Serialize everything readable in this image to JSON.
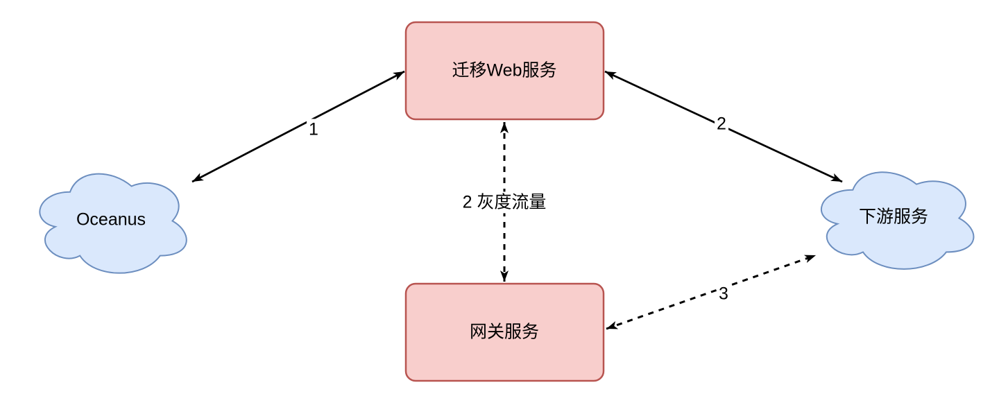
{
  "diagram": {
    "background": "#ffffff",
    "nodes": {
      "oceanus": {
        "label": "Oceanus",
        "shape": "cloud"
      },
      "migration_web_service": {
        "label": "迁移Web服务",
        "shape": "rounded-rect"
      },
      "downstream_service": {
        "label": "下游服务",
        "shape": "cloud"
      },
      "gateway_service": {
        "label": "网关服务",
        "shape": "rounded-rect"
      }
    },
    "edges": [
      {
        "label": "1",
        "from": "oceanus",
        "to": "migration_web_service",
        "style": "solid",
        "direction": "bidirectional"
      },
      {
        "label": "2",
        "from": "migration_web_service",
        "to": "downstream_service",
        "style": "solid",
        "direction": "bidirectional"
      },
      {
        "label": "2 灰度流量",
        "from": "migration_web_service",
        "to": "gateway_service",
        "style": "dashed",
        "direction": "bidirectional"
      },
      {
        "label": "3",
        "from": "gateway_service",
        "to": "downstream_service",
        "style": "dashed",
        "direction": "bidirectional"
      }
    ],
    "colors": {
      "rect_fill": "#f8cecc",
      "rect_stroke": "#b85450",
      "cloud_fill": "#dae8fc",
      "cloud_stroke": "#6c8ebf",
      "edge_stroke": "#000000",
      "text": "#000000",
      "edge_label_background": "#ffffff"
    }
  }
}
